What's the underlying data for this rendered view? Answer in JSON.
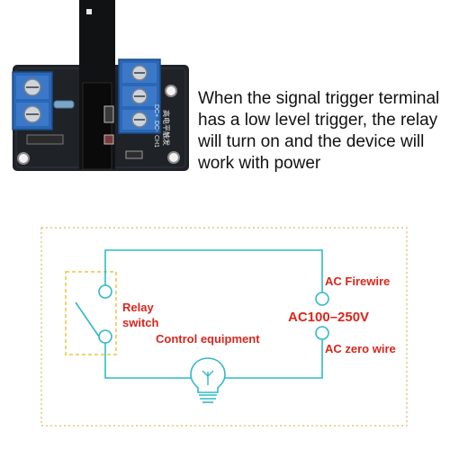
{
  "caption": {
    "lines": [
      "When the signal trigger terminal",
      "has a low level trigger, the relay",
      "will turn on and the device will",
      "work with power"
    ]
  },
  "module": {
    "silkscreen_lines": [
      "DC+",
      "DC-",
      "CH1"
    ],
    "chinese_text": "高电平触发"
  },
  "diagram": {
    "relay_label_line1": "Relay",
    "relay_label_line2": "switch",
    "control_label": "Control equipment",
    "ac_fire_label": "AC Firewire",
    "voltage_label": "AC100–250V",
    "ac_zero_label": "AC zero wire",
    "colors": {
      "wire": "#2fb9c9",
      "label": "#d9261c",
      "frame": "#e8b96a",
      "relay_box": "#f2d36b"
    },
    "icons": [
      "light-bulb-icon"
    ]
  }
}
